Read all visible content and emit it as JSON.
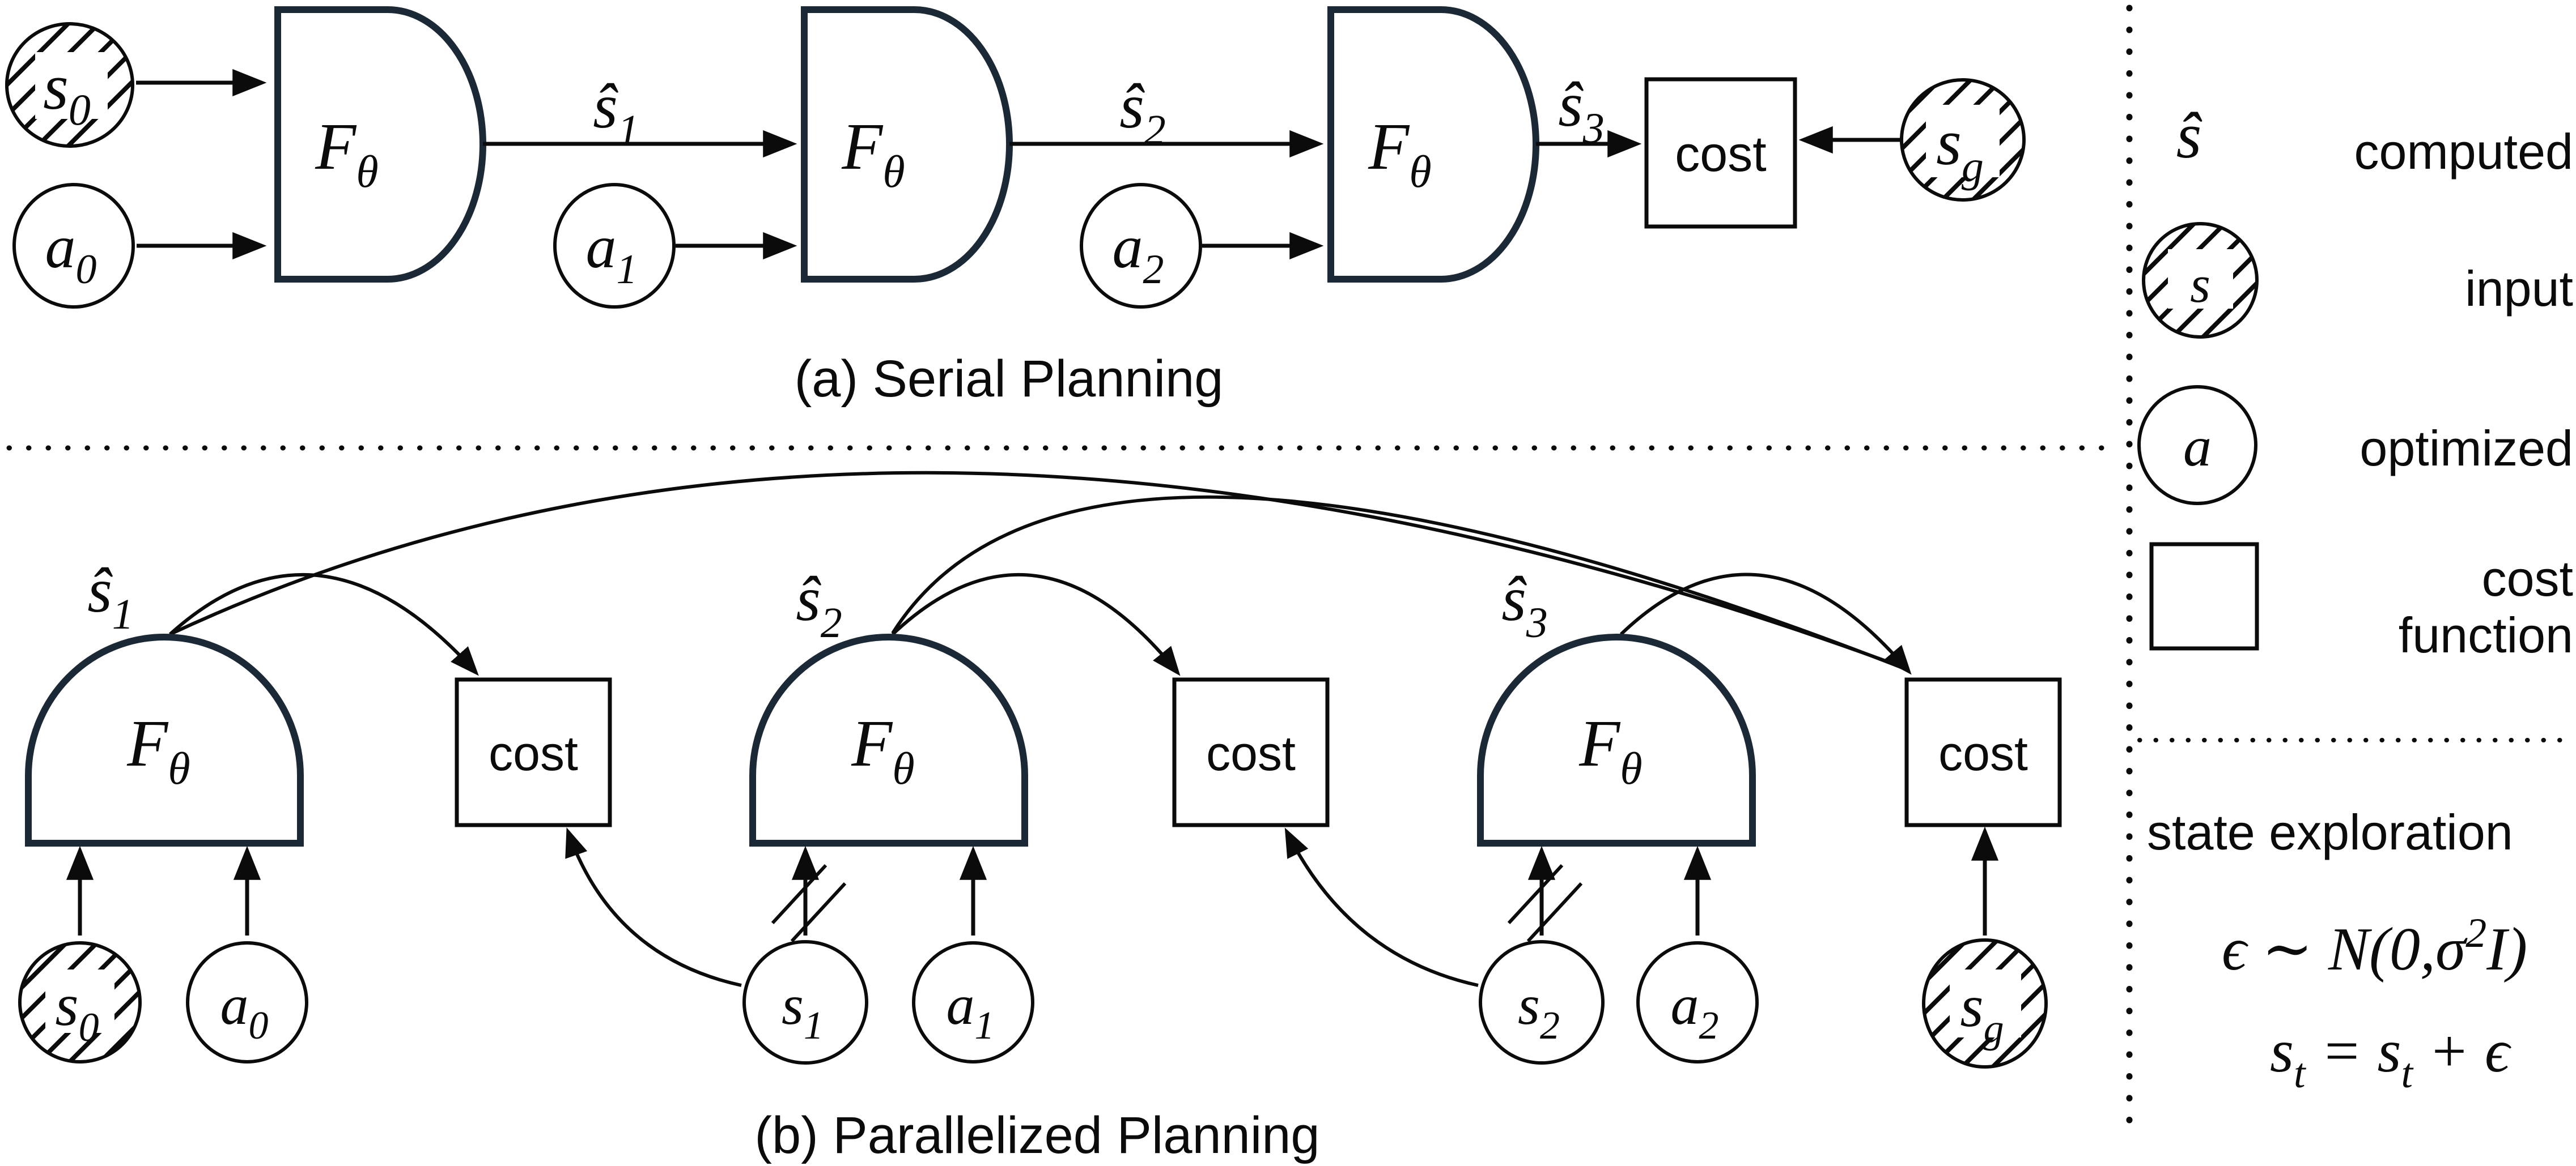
{
  "colors": {
    "line": "#0b0b0b",
    "block_border": "#1b2936",
    "background": "#ffffff"
  },
  "labels": {
    "f_block": {
      "base": "F",
      "sub": "θ"
    },
    "cost": "cost"
  },
  "section_a": {
    "caption": "(a) Serial Planning",
    "s0": {
      "base": "s",
      "sub": "0"
    },
    "a0": {
      "base": "a",
      "sub": "0"
    },
    "a1": {
      "base": "a",
      "sub": "1"
    },
    "a2": {
      "base": "a",
      "sub": "2"
    },
    "sg": {
      "base": "s",
      "sub": "g"
    },
    "shat1": {
      "base": "ŝ",
      "sub": "1"
    },
    "shat2": {
      "base": "ŝ",
      "sub": "2"
    },
    "shat3": {
      "base": "ŝ",
      "sub": "3"
    }
  },
  "section_b": {
    "caption": "(b) Parallelized Planning",
    "shat1": {
      "base": "ŝ",
      "sub": "1"
    },
    "shat2": {
      "base": "ŝ",
      "sub": "2"
    },
    "shat3": {
      "base": "ŝ",
      "sub": "3"
    },
    "s0": {
      "base": "s",
      "sub": "0"
    },
    "a0": {
      "base": "a",
      "sub": "0"
    },
    "s1": {
      "base": "s",
      "sub": "1"
    },
    "a1": {
      "base": "a",
      "sub": "1"
    },
    "s2": {
      "base": "s",
      "sub": "2"
    },
    "a2": {
      "base": "a",
      "sub": "2"
    },
    "sg": {
      "base": "s",
      "sub": "g"
    }
  },
  "legend": {
    "computed_symbol": "ŝ",
    "computed_label": "computed",
    "input_symbol": "s",
    "input_label": "input",
    "optimized_symbol": "a",
    "optimized_label": "optimized",
    "cost_label_line1": "cost",
    "cost_label_line2": "function"
  },
  "exploration": {
    "title": "state exploration",
    "eq1_pre": "ϵ ∼  N(0,σ",
    "eq1_sup": "2",
    "eq1_post": "I)",
    "eq2_p1": "s",
    "eq2_sub1": "t",
    "eq2_p2": " = s",
    "eq2_sub2": "t",
    "eq2_p3": " + ϵ"
  }
}
